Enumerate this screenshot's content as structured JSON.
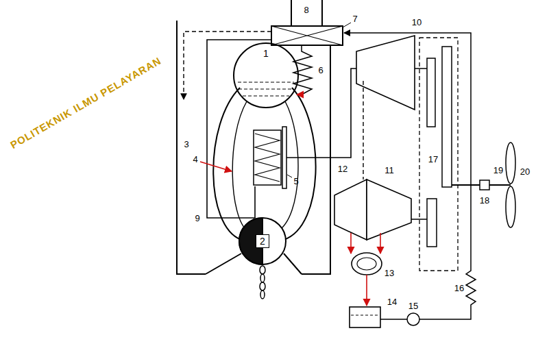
{
  "diagram": {
    "nodes": [
      {
        "text": [
          "1"
        ]
      },
      {
        "text": [
          "2"
        ]
      }
    ],
    "labels": [
      "3",
      "4",
      "5",
      "6",
      "7",
      "8",
      "9",
      "10",
      "11",
      "12",
      "13",
      "14",
      "15",
      "16",
      "17",
      "18",
      "19",
      "20",
      "POLITEKNIK ILMU PELAYARAN"
    ]
  }
}
